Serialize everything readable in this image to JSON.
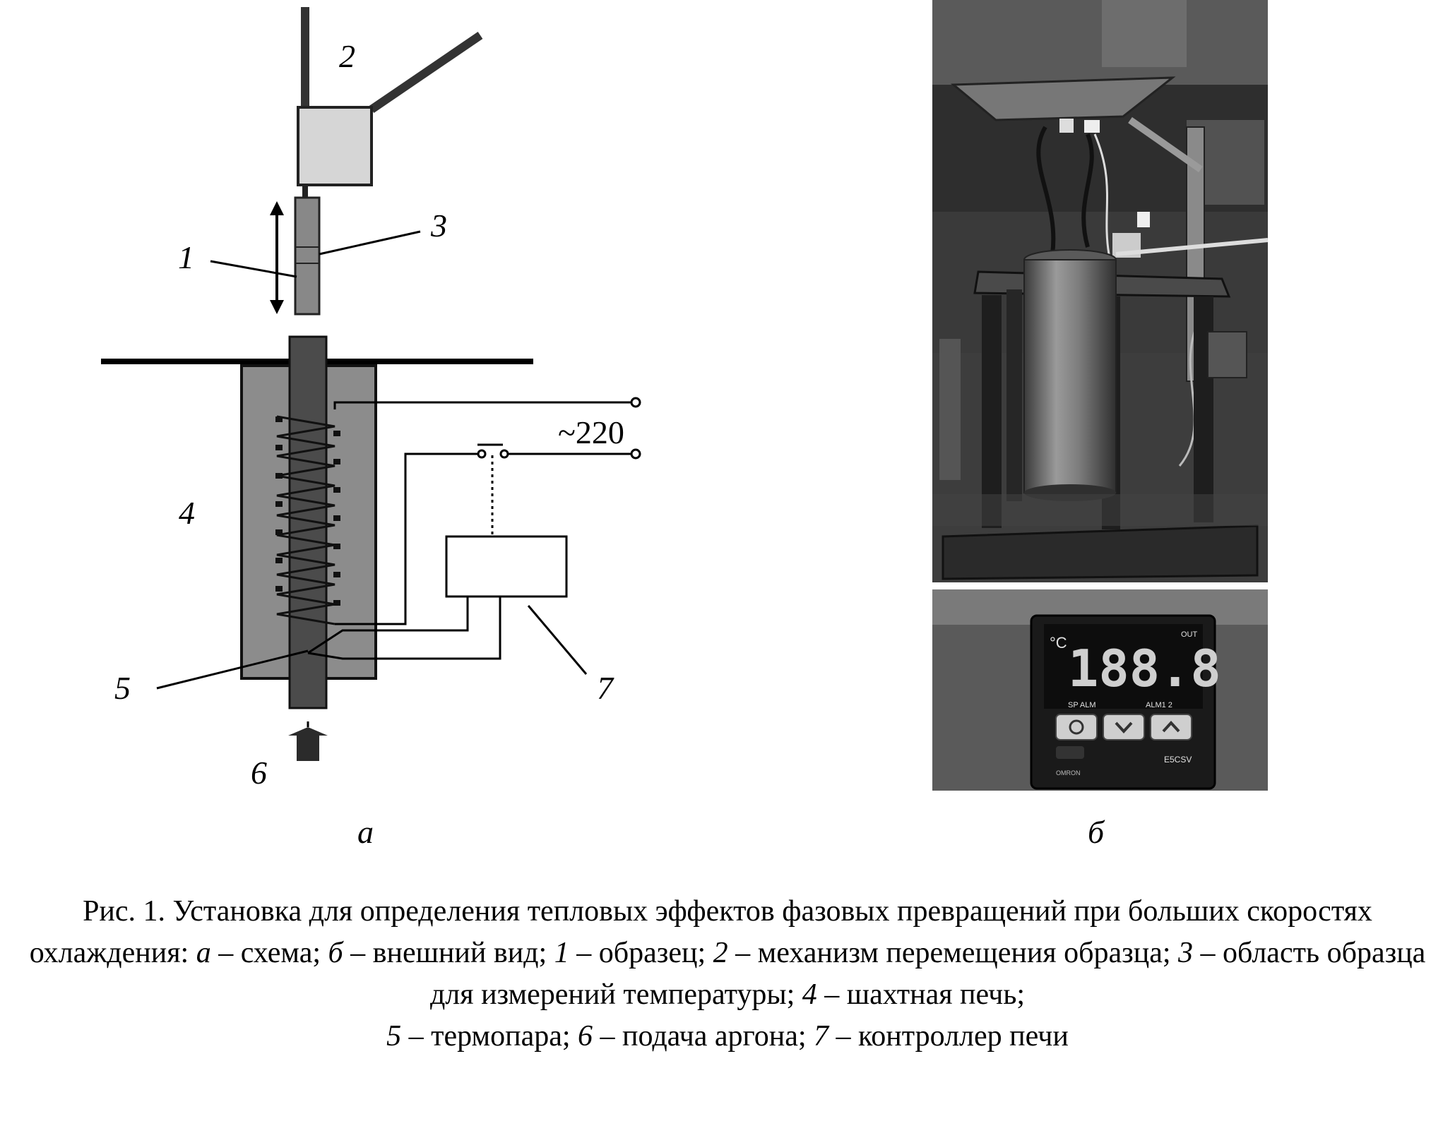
{
  "schematic": {
    "labels": {
      "sample": "1",
      "mechanism": "2",
      "measure_area": "3",
      "furnace": "4",
      "thermocouple": "5",
      "argon": "6",
      "controller": "7"
    },
    "voltage": "~220"
  },
  "photo": {
    "controller_display": "188.8",
    "unit": "°C",
    "out_label": "OUT",
    "indicators": "SP ALM",
    "alarm_labels": "ALM1  2",
    "model": "E5CSV",
    "brand": "OMRON"
  },
  "panels": {
    "a": "а",
    "b": "б"
  },
  "caption": {
    "part1": "Рис. 1. Установка для определения тепловых эффектов фазовых превращений при больших скоростях охлаждения: ",
    "a_letter": "а",
    "part2": " – схема; ",
    "b_letter": "б",
    "part3": " – внешний вид; ",
    "n1": "1",
    "part4": " – образец; ",
    "n2": "2",
    "part5": " – механизм перемещения образца; ",
    "n3": "3",
    "part6": " – область образца для измерений температуры; ",
    "n4": "4",
    "part7": " – шахтная печь;",
    "n5": "5",
    "part8": " – термопара; ",
    "n6": "6",
    "part9": " – подача аргона; ",
    "n7": "7",
    "part10": " – контроллер печи"
  }
}
